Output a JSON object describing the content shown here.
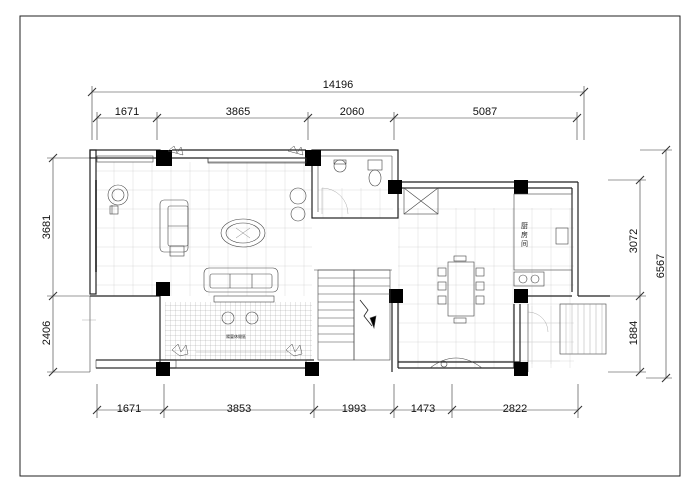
{
  "dims": {
    "top_total": "14196",
    "top": [
      "1671",
      "3865",
      "2060",
      "5087"
    ],
    "bottom": [
      "1671",
      "3853",
      "1993",
      "1473",
      "2822"
    ],
    "left": [
      "3681",
      "2406"
    ],
    "right": [
      "3072",
      "1884"
    ],
    "right_total": "6567"
  },
  "rooms": {
    "kitchen": "厨\n房\n间",
    "balcony": "陽臺休閒區"
  }
}
